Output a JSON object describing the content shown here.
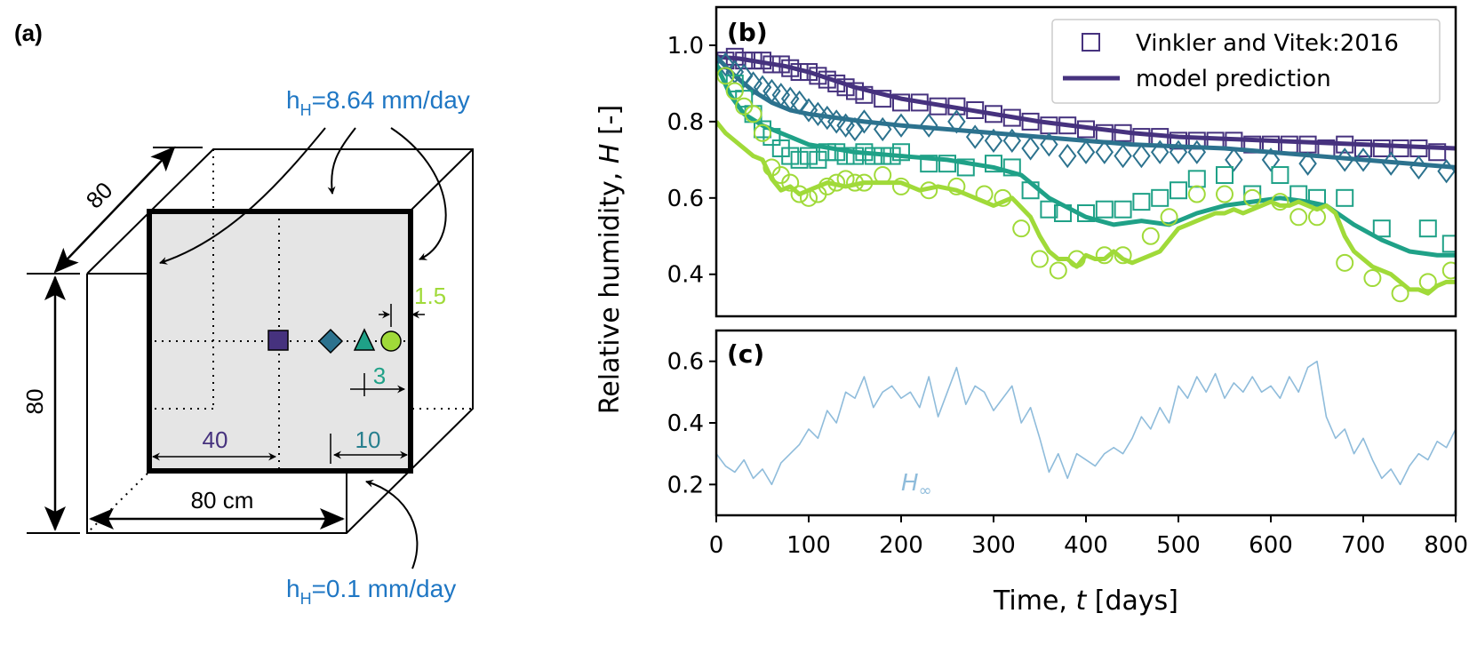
{
  "panel_a": {
    "label": "(a)",
    "top_flux_value": "h",
    "top_flux_sub": "H",
    "top_flux_rest": "=8.64 mm/day",
    "bottom_flux_value": "h",
    "bottom_flux_sub": "H",
    "bottom_flux_rest": "=0.1 mm/day",
    "dim_depth": "80",
    "dim_height": "80",
    "dim_width": "80 cm",
    "dim_40": "40",
    "dim_10": "10",
    "dim_3": "3",
    "dim_1_5": "1.5",
    "colors": {
      "flux": "#1f77c4",
      "c40": "#46327e",
      "c10": "#277f8e",
      "c3": "#1fa187",
      "c15": "#a0da39"
    }
  },
  "panel_b_label": "(b)",
  "panel_c_label": "(c)",
  "chart_data": [
    {
      "type": "line",
      "panel": "(b)",
      "ylabel_parts": [
        "Relative humidity, ",
        "H",
        " [-]"
      ],
      "ylim": [
        0.29,
        1.1
      ],
      "xlim": [
        0,
        800
      ],
      "yticks": [
        0.4,
        0.6,
        0.8,
        1.0
      ],
      "ytick_labels": [
        "0.4",
        "0.6",
        "0.8",
        "1.0"
      ],
      "legend": {
        "position": "top-right",
        "entries": [
          "Vinkler and Vitek:2016",
          "model prediction"
        ]
      },
      "series": [
        {
          "depth": "40",
          "color": "#46327e",
          "marker": "square",
          "measured": {
            "x": [
              10,
              20,
              30,
              40,
              50,
              60,
              70,
              80,
              90,
              100,
              110,
              120,
              130,
              140,
              150,
              160,
              180,
              200,
              220,
              240,
              260,
              280,
              300,
              320,
              340,
              360,
              380,
              400,
              420,
              440,
              460,
              480,
              500,
              520,
              540,
              560,
              580,
              600,
              620,
              640,
              660,
              680,
              700,
              720,
              740,
              760,
              780
            ],
            "y": [
              0.96,
              0.97,
              0.96,
              0.96,
              0.96,
              0.95,
              0.95,
              0.94,
              0.93,
              0.93,
              0.92,
              0.91,
              0.9,
              0.89,
              0.88,
              0.87,
              0.86,
              0.85,
              0.85,
              0.84,
              0.84,
              0.83,
              0.82,
              0.81,
              0.8,
              0.79,
              0.79,
              0.78,
              0.77,
              0.77,
              0.76,
              0.76,
              0.75,
              0.75,
              0.75,
              0.75,
              0.74,
              0.74,
              0.74,
              0.74,
              0.73,
              0.74,
              0.73,
              0.73,
              0.73,
              0.73,
              0.72
            ]
          },
          "model": {
            "x": [
              0,
              25,
              50,
              75,
              100,
              125,
              150,
              175,
              200,
              250,
              300,
              350,
              400,
              450,
              500,
              550,
              600,
              650,
              700,
              750,
              800
            ],
            "y": [
              0.97,
              0.965,
              0.955,
              0.945,
              0.93,
              0.91,
              0.89,
              0.875,
              0.86,
              0.84,
              0.82,
              0.8,
              0.785,
              0.77,
              0.76,
              0.755,
              0.75,
              0.745,
              0.74,
              0.735,
              0.73
            ]
          }
        },
        {
          "depth": "10",
          "color": "#2c728e",
          "marker": "diamond",
          "measured": {
            "x": [
              10,
              20,
              30,
              40,
              50,
              60,
              70,
              80,
              90,
              100,
              110,
              120,
              130,
              140,
              150,
              160,
              180,
              200,
              230,
              260,
              280,
              300,
              320,
              340,
              360,
              380,
              400,
              420,
              440,
              460,
              480,
              500,
              520,
              560,
              600,
              640,
              680,
              700,
              730,
              760,
              790
            ],
            "y": [
              0.95,
              0.93,
              0.92,
              0.9,
              0.89,
              0.88,
              0.87,
              0.86,
              0.85,
              0.83,
              0.82,
              0.81,
              0.8,
              0.79,
              0.78,
              0.8,
              0.78,
              0.79,
              0.79,
              0.8,
              0.76,
              0.75,
              0.75,
              0.73,
              0.74,
              0.71,
              0.72,
              0.72,
              0.71,
              0.71,
              0.72,
              0.72,
              0.72,
              0.7,
              0.7,
              0.69,
              0.7,
              0.7,
              0.69,
              0.68,
              0.67
            ]
          },
          "model": {
            "x": [
              0,
              20,
              40,
              60,
              80,
              100,
              130,
              160,
              200,
              250,
              300,
              350,
              400,
              450,
              500,
              550,
              600,
              650,
              700,
              750,
              800
            ],
            "y": [
              0.97,
              0.92,
              0.88,
              0.85,
              0.83,
              0.82,
              0.81,
              0.8,
              0.79,
              0.78,
              0.77,
              0.76,
              0.75,
              0.74,
              0.735,
              0.73,
              0.72,
              0.71,
              0.7,
              0.69,
              0.68
            ]
          }
        },
        {
          "depth": "3",
          "color": "#1fa187",
          "marker": "square",
          "measured": {
            "x": [
              20,
              30,
              40,
              50,
              60,
              70,
              80,
              90,
              100,
              110,
              120,
              130,
              140,
              150,
              160,
              170,
              180,
              190,
              200,
              230,
              250,
              270,
              300,
              320,
              340,
              360,
              375,
              400,
              420,
              440,
              460,
              480,
              500,
              520,
              550,
              580,
              610,
              630,
              650,
              680,
              720,
              770,
              795
            ],
            "y": [
              0.9,
              0.86,
              0.82,
              0.78,
              0.76,
              0.73,
              0.71,
              0.7,
              0.71,
              0.7,
              0.72,
              0.72,
              0.71,
              0.71,
              0.72,
              0.71,
              0.71,
              0.71,
              0.72,
              0.69,
              0.69,
              0.68,
              0.69,
              0.68,
              0.62,
              0.57,
              0.56,
              0.56,
              0.57,
              0.57,
              0.59,
              0.6,
              0.62,
              0.65,
              0.66,
              0.61,
              0.66,
              0.61,
              0.6,
              0.6,
              0.52,
              0.52,
              0.48
            ]
          },
          "model": {
            "x": [
              0,
              15,
              30,
              50,
              70,
              100,
              150,
              200,
              250,
              300,
              330,
              360,
              400,
              430,
              460,
              490,
              520,
              550,
              580,
              610,
              640,
              660,
              690,
              720,
              750,
              780,
              800
            ],
            "y": [
              0.95,
              0.87,
              0.82,
              0.79,
              0.77,
              0.74,
              0.72,
              0.71,
              0.7,
              0.68,
              0.66,
              0.6,
              0.55,
              0.53,
              0.54,
              0.53,
              0.56,
              0.58,
              0.59,
              0.6,
              0.59,
              0.58,
              0.53,
              0.49,
              0.46,
              0.45,
              0.45
            ]
          }
        },
        {
          "depth": "1.5",
          "color": "#a0da39",
          "marker": "circle",
          "measured": {
            "x": [
              10,
              20,
              30,
              40,
              50,
              60,
              70,
              80,
              90,
              100,
              110,
              120,
              130,
              140,
              150,
              160,
              180,
              200,
              230,
              260,
              290,
              310,
              330,
              350,
              370,
              390,
              420,
              440,
              470,
              490,
              520,
              550,
              580,
              610,
              630,
              650,
              680,
              710,
              740,
              770,
              795
            ],
            "y": [
              0.92,
              0.88,
              0.84,
              0.82,
              0.77,
              0.68,
              0.66,
              0.64,
              0.61,
              0.6,
              0.61,
              0.63,
              0.64,
              0.65,
              0.64,
              0.64,
              0.66,
              0.63,
              0.62,
              0.63,
              0.61,
              0.6,
              0.52,
              0.44,
              0.41,
              0.44,
              0.45,
              0.45,
              0.5,
              0.55,
              0.61,
              0.61,
              0.6,
              0.59,
              0.55,
              0.55,
              0.43,
              0.39,
              0.35,
              0.38,
              0.41
            ]
          },
          "model": {
            "x": [
              0,
              10,
              20,
              30,
              40,
              50,
              60,
              70,
              80,
              90,
              100,
              120,
              140,
              160,
              180,
              200,
              220,
              240,
              260,
              280,
              300,
              320,
              340,
              350,
              360,
              370,
              380,
              390,
              400,
              410,
              420,
              430,
              440,
              450,
              460,
              470,
              480,
              490,
              500,
              510,
              520,
              530,
              540,
              550,
              560,
              570,
              580,
              590,
              600,
              610,
              620,
              630,
              640,
              650,
              660,
              670,
              680,
              690,
              700,
              710,
              720,
              730,
              740,
              750,
              760,
              770,
              780,
              790,
              800
            ],
            "y": [
              0.8,
              0.77,
              0.75,
              0.73,
              0.71,
              0.7,
              0.65,
              0.62,
              0.63,
              0.61,
              0.62,
              0.64,
              0.63,
              0.64,
              0.64,
              0.64,
              0.62,
              0.63,
              0.62,
              0.6,
              0.58,
              0.6,
              0.55,
              0.5,
              0.46,
              0.44,
              0.44,
              0.42,
              0.45,
              0.44,
              0.44,
              0.46,
              0.44,
              0.43,
              0.44,
              0.45,
              0.46,
              0.49,
              0.52,
              0.53,
              0.54,
              0.55,
              0.56,
              0.56,
              0.57,
              0.56,
              0.57,
              0.58,
              0.59,
              0.58,
              0.58,
              0.59,
              0.58,
              0.57,
              0.58,
              0.56,
              0.5,
              0.46,
              0.44,
              0.42,
              0.41,
              0.4,
              0.38,
              0.36,
              0.36,
              0.35,
              0.37,
              0.38,
              0.38
            ]
          }
        }
      ]
    },
    {
      "type": "line",
      "panel": "(c)",
      "xlabel_parts": [
        "Time, ",
        "t",
        " [days]"
      ],
      "xlim": [
        0,
        800
      ],
      "ylim": [
        0.1,
        0.7
      ],
      "xticks": [
        0,
        100,
        200,
        300,
        400,
        500,
        600,
        700,
        800
      ],
      "xtick_labels": [
        "0",
        "100",
        "200",
        "300",
        "400",
        "500",
        "600",
        "700",
        "800"
      ],
      "yticks": [
        0.2,
        0.4,
        0.6
      ],
      "ytick_labels": [
        "0.2",
        "0.4",
        "0.6"
      ],
      "series": [
        {
          "name": "H∞",
          "color": "#8fbcdb",
          "x": [
            0,
            10,
            20,
            30,
            40,
            50,
            60,
            70,
            80,
            90,
            100,
            110,
            120,
            130,
            140,
            150,
            160,
            170,
            180,
            190,
            200,
            210,
            220,
            230,
            240,
            250,
            260,
            270,
            280,
            290,
            300,
            310,
            320,
            330,
            340,
            350,
            360,
            370,
            380,
            390,
            400,
            410,
            420,
            430,
            440,
            450,
            460,
            470,
            480,
            490,
            500,
            510,
            520,
            530,
            540,
            550,
            560,
            570,
            580,
            590,
            600,
            610,
            620,
            630,
            640,
            650,
            660,
            670,
            680,
            690,
            700,
            710,
            720,
            730,
            740,
            750,
            760,
            770,
            780,
            790,
            800
          ],
          "y": [
            0.3,
            0.26,
            0.24,
            0.28,
            0.22,
            0.25,
            0.2,
            0.27,
            0.3,
            0.33,
            0.38,
            0.35,
            0.44,
            0.4,
            0.5,
            0.48,
            0.55,
            0.45,
            0.5,
            0.52,
            0.48,
            0.5,
            0.45,
            0.55,
            0.42,
            0.5,
            0.58,
            0.46,
            0.52,
            0.5,
            0.44,
            0.48,
            0.52,
            0.4,
            0.45,
            0.35,
            0.24,
            0.3,
            0.22,
            0.3,
            0.28,
            0.26,
            0.3,
            0.32,
            0.3,
            0.35,
            0.42,
            0.38,
            0.45,
            0.4,
            0.52,
            0.48,
            0.55,
            0.5,
            0.56,
            0.48,
            0.53,
            0.5,
            0.55,
            0.5,
            0.52,
            0.48,
            0.55,
            0.5,
            0.58,
            0.6,
            0.42,
            0.35,
            0.38,
            0.3,
            0.35,
            0.28,
            0.22,
            0.25,
            0.2,
            0.26,
            0.3,
            0.28,
            0.34,
            0.32,
            0.38
          ]
        }
      ],
      "annotation": "H∞"
    }
  ]
}
